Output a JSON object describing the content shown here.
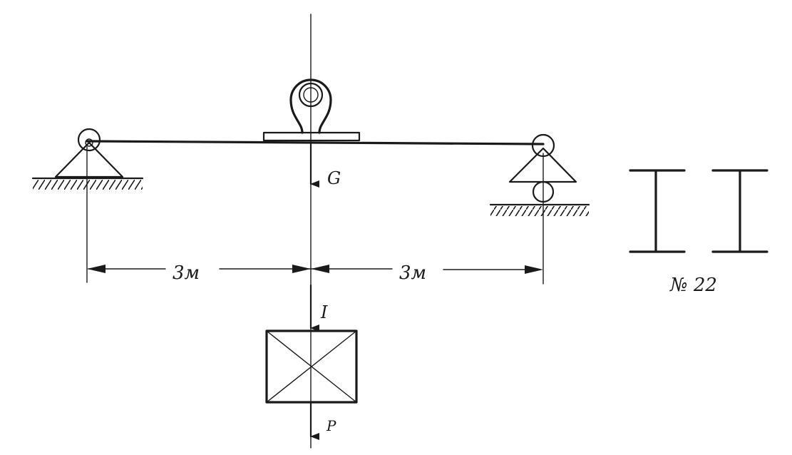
{
  "diagram": {
    "labels": {
      "weight": "G",
      "span_left": "3м",
      "span_right": "3м",
      "section_point": "I",
      "load": "P",
      "beam_profile": "№ 22"
    }
  }
}
